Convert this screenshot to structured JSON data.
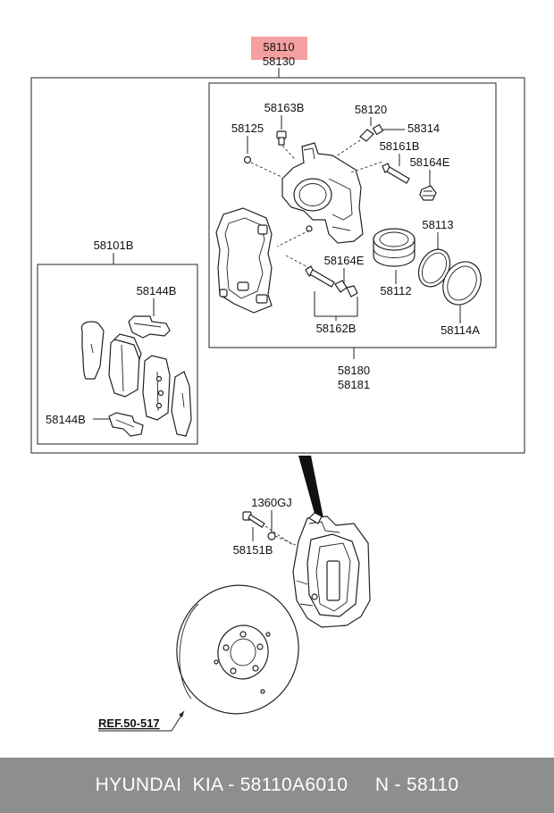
{
  "highlight_color": "#f4a0a0",
  "labels": {
    "top_primary": "58110",
    "top_secondary": "58130",
    "p58163B": "58163B",
    "p58120": "58120",
    "p58314": "58314",
    "p58125": "58125",
    "p58161B": "58161B",
    "p58164E_top": "58164E",
    "p58113": "58113",
    "p58164E_mid": "58164E",
    "p58112": "58112",
    "p58162B": "58162B",
    "p58114A": "58114A",
    "p58180": "58180",
    "p58181": "58181",
    "p58101B": "58101B",
    "p58144B_top": "58144B",
    "p58144B_bottom": "58144B",
    "p1360GJ": "1360GJ",
    "p58151B": "58151B",
    "ref": "REF.50-517"
  },
  "footer": {
    "text": "HYUNDAI  KIA - 58110A6010     N - 58110"
  }
}
